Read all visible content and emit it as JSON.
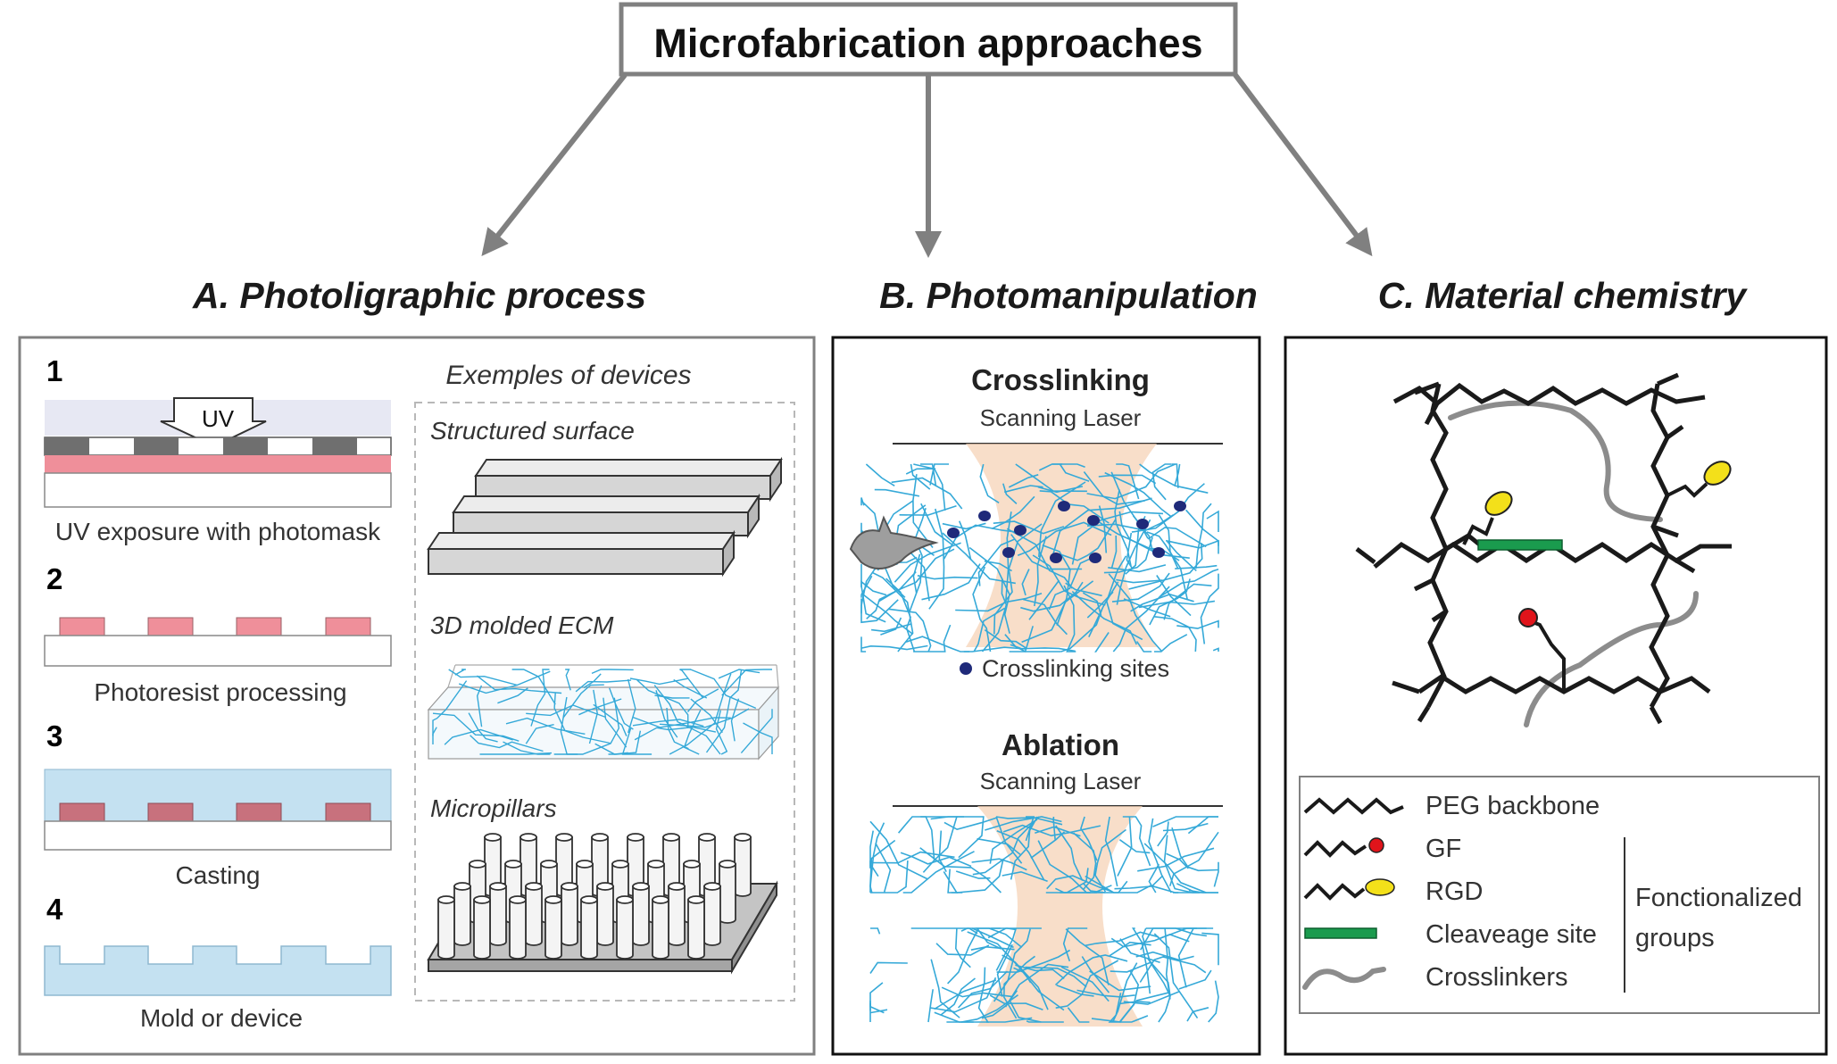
{
  "title": "Microfabrication approaches",
  "colors": {
    "photoresist": "#ef8f9a",
    "cast": "#c4e1f1",
    "uv_band": "#e7e8f3",
    "mask_dark": "#6f6f6f",
    "fiber": "#35a9d8",
    "laser": "#f6d3b7",
    "site": "#1f2a7a",
    "rgd": "#f3e01a",
    "gf": "#e0141b",
    "cleavage": "#1a9b4e",
    "crosslinker": "#8c8c8c",
    "arrow": "#808080"
  },
  "section_a": {
    "heading": "A. Photoligraphic process",
    "steps": [
      {
        "num": "1",
        "caption": "UV exposure with photomask"
      },
      {
        "num": "2",
        "caption": "Photoresist processing"
      },
      {
        "num": "3",
        "caption": "Casting"
      },
      {
        "num": "4",
        "caption": "Mold or device"
      }
    ],
    "uv_label": "UV",
    "devices_title": "Exemples of devices",
    "devices": [
      "Structured surface",
      "3D molded ECM",
      "Micropillars"
    ]
  },
  "section_b": {
    "heading": "B. Photomanipulation",
    "crosslinking": {
      "title": "Crosslinking",
      "subtitle": "Scanning Laser",
      "legend": "Crosslinking sites"
    },
    "ablation": {
      "title": "Ablation",
      "subtitle": "Scanning Laser"
    }
  },
  "section_c": {
    "heading": "C. Material chemistry",
    "legend": [
      "PEG backbone",
      "GF",
      "RGD",
      "Cleaveage site",
      "Crosslinkers"
    ],
    "group_label": [
      "Fonctionalized",
      "groups"
    ]
  }
}
